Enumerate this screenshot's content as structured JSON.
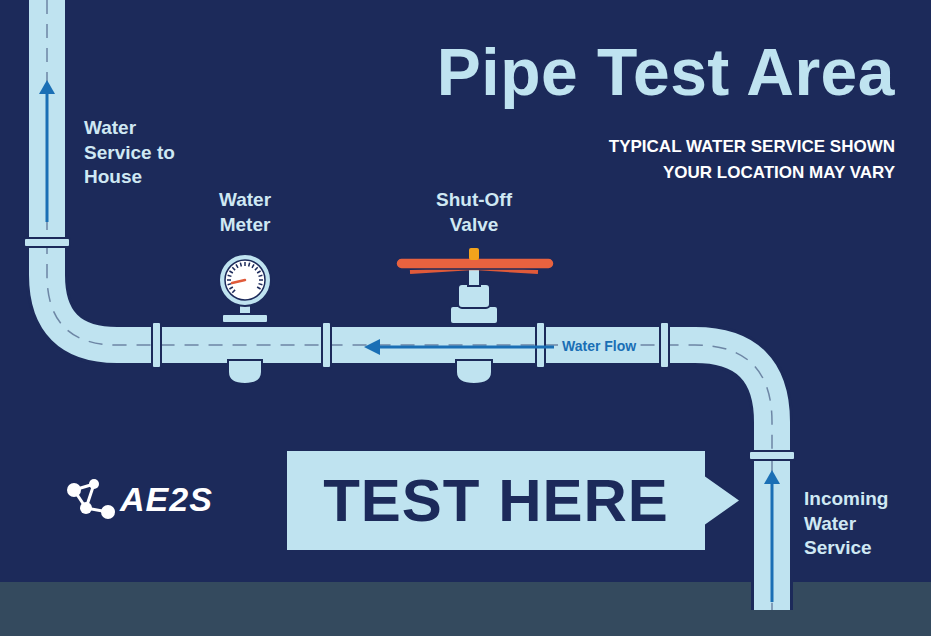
{
  "diagram": {
    "title": "Pipe Test Area",
    "nodes": [
      {
        "text": [
          "TEST HERE"
        ]
      }
    ],
    "edges": [],
    "labels": [
      "TYPICAL WATER SERVICE SHOWN",
      "YOUR LOCATION MAY VARY",
      "Water Service to House",
      "Water Meter",
      "Shut-Off Valve",
      "Water Flow",
      "Incoming Water Service",
      "AE2S"
    ]
  }
}
